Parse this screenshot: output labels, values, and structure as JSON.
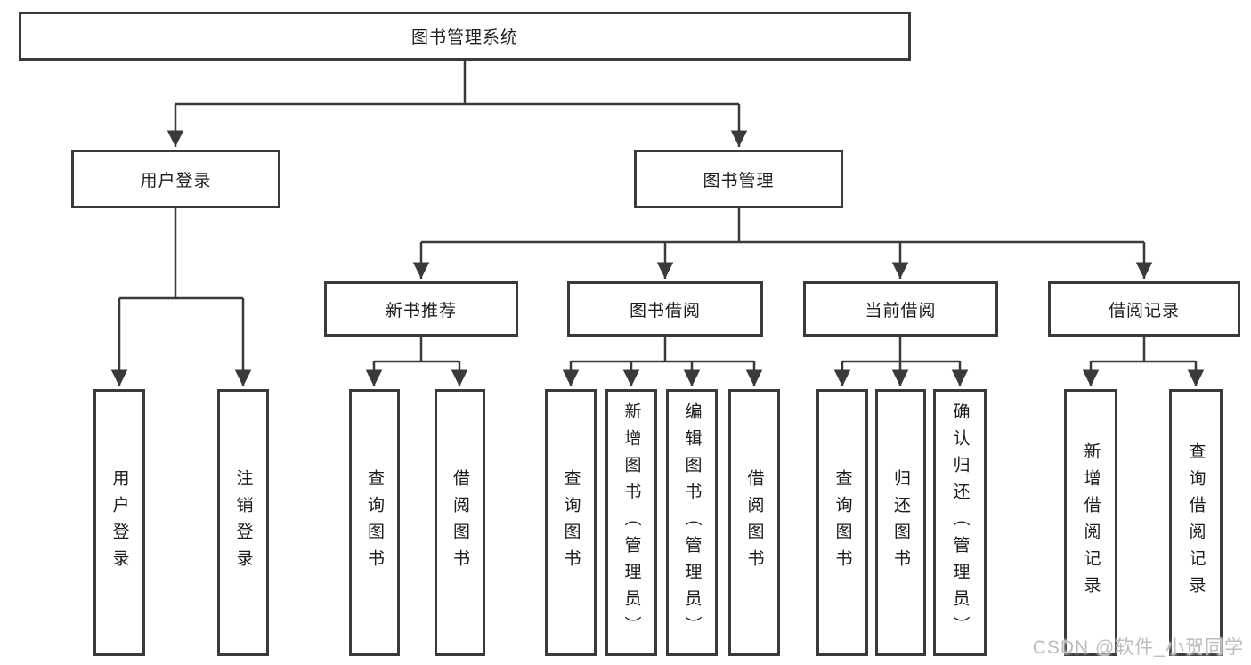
{
  "tree": {
    "label": "图书管理系统",
    "children": [
      {
        "label": "用户登录",
        "children": [
          {
            "label": "用户登录"
          },
          {
            "label": "注销登录"
          }
        ]
      },
      {
        "label": "图书管理",
        "children": [
          {
            "label": "新书推荐",
            "children": [
              {
                "label": "查询图书"
              },
              {
                "label": "借阅图书"
              }
            ]
          },
          {
            "label": "图书借阅",
            "children": [
              {
                "label": "查询图书"
              },
              {
                "label": "新增图书（管理员）"
              },
              {
                "label": "编辑图书（管理员）"
              },
              {
                "label": "借阅图书"
              }
            ]
          },
          {
            "label": "当前借阅",
            "children": [
              {
                "label": "查询图书"
              },
              {
                "label": "归还图书"
              },
              {
                "label": "确认归还（管理员）"
              }
            ]
          },
          {
            "label": "借阅记录",
            "children": [
              {
                "label": "新增借阅记录"
              },
              {
                "label": "查询借阅记录"
              }
            ]
          }
        ]
      }
    ]
  },
  "watermark": {
    "text": "CSDN @软件_小贺同学"
  },
  "colors": {
    "line": "#3a3a3a",
    "box_border": "#3a3a3a",
    "text": "#1c1c1c",
    "background": "#ffffff",
    "watermark": "#bdbdbd"
  }
}
